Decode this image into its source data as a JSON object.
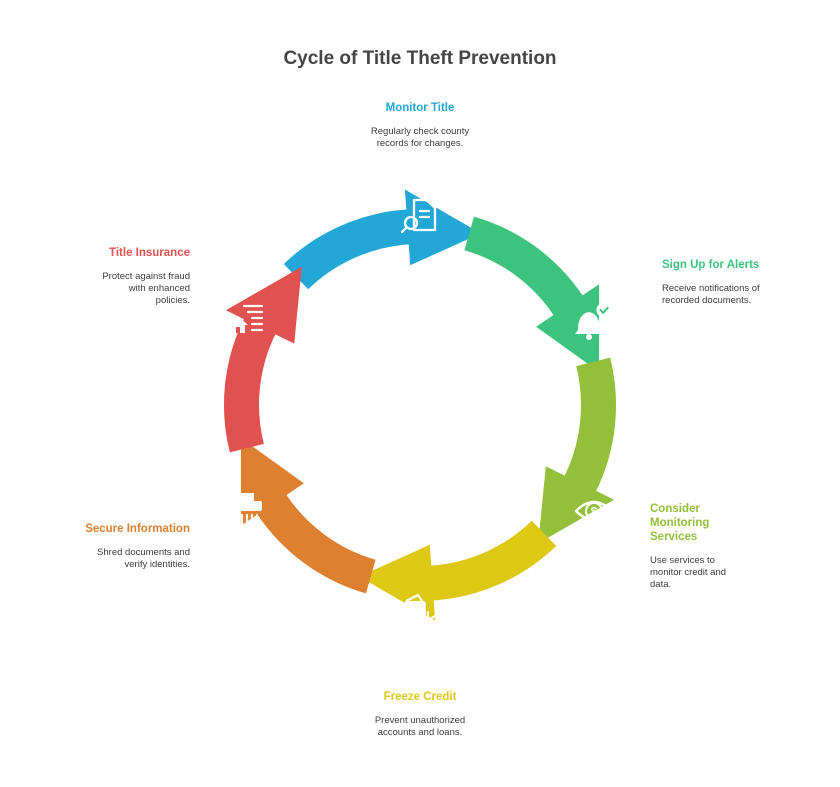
{
  "title": "Cycle of Title Theft Prevention",
  "colors": {
    "monitor_title": "#22a7d6",
    "alerts": "#3cc47e",
    "monitoring": "#93bf3b",
    "freeze": "#ddc914",
    "secure": "#dd8130",
    "insurance": "#e0514f"
  },
  "steps": [
    {
      "key": "monitor_title",
      "heading": "Monitor Title",
      "desc_line1": "Regularly check county",
      "desc_line2": "records for changes.",
      "desc_line3": "",
      "icon": "document-search-icon"
    },
    {
      "key": "alerts",
      "heading": "Sign Up for Alerts",
      "desc_line1": "Receive notifications of",
      "desc_line2": "recorded documents.",
      "desc_line3": "",
      "icon": "bell-check-icon"
    },
    {
      "key": "monitoring",
      "heading_line1": "Consider",
      "heading_line2": "Monitoring",
      "heading_line3": "Services",
      "desc_line1": "Use services to",
      "desc_line2": "monitor credit and",
      "desc_line3": "data.",
      "icon": "eye-dollar-icon"
    },
    {
      "key": "freeze",
      "heading": "Freeze Credit",
      "desc_line1": "Prevent unauthorized",
      "desc_line2": "accounts and loans.",
      "desc_line3": "",
      "icon": "wallet-snowflake-icon"
    },
    {
      "key": "secure",
      "heading": "Secure Information",
      "desc_line1": "Shred documents and",
      "desc_line2": "verify identities.",
      "desc_line3": "",
      "icon": "shredder-icon"
    },
    {
      "key": "insurance",
      "heading": "Title Insurance",
      "desc_line1": "Protect against fraud",
      "desc_line2": "with enhanced",
      "desc_line3": "policies.",
      "icon": "house-speed-icon"
    }
  ]
}
